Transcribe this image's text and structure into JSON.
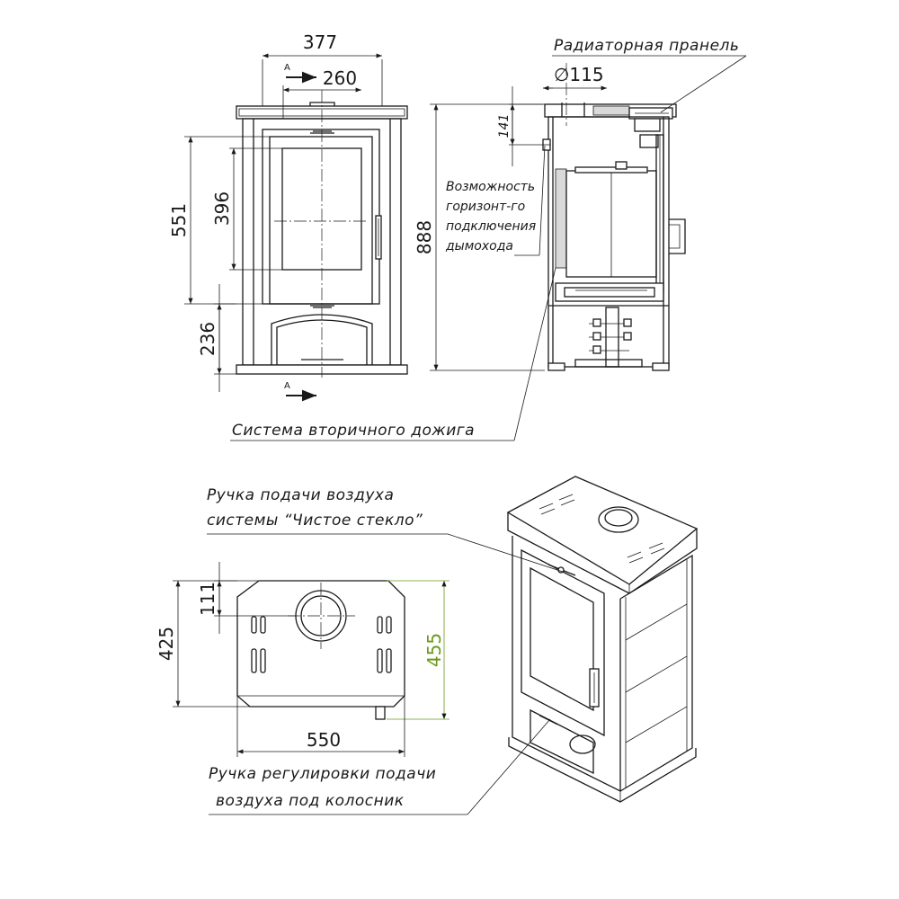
{
  "dimensions": {
    "front_width": "377",
    "flue_offset": "260",
    "glass_height": "551",
    "door_height": "396",
    "base_height": "236",
    "total_height": "888",
    "flue_diameter": "∅115",
    "flue_height": "141",
    "top_depth": "111",
    "top_overall_depth": "425",
    "side_depth": "455",
    "top_width": "550"
  },
  "section_marks": {
    "top": "А",
    "bottom": "А"
  },
  "labels": {
    "radiator_panel": "Радиаторная пранель",
    "horizontal_connection": [
      "Возможность",
      "горизонт-го",
      "подключения",
      "дымохода"
    ],
    "secondary_burn": "Система вторичного дожига",
    "air_handle_clean_glass": [
      "Ручка подачи воздуха",
      "системы “Чистое стекло”"
    ],
    "air_handle_grate": [
      "Ручка регулировки подачи",
      "воздуха под колосник"
    ]
  }
}
